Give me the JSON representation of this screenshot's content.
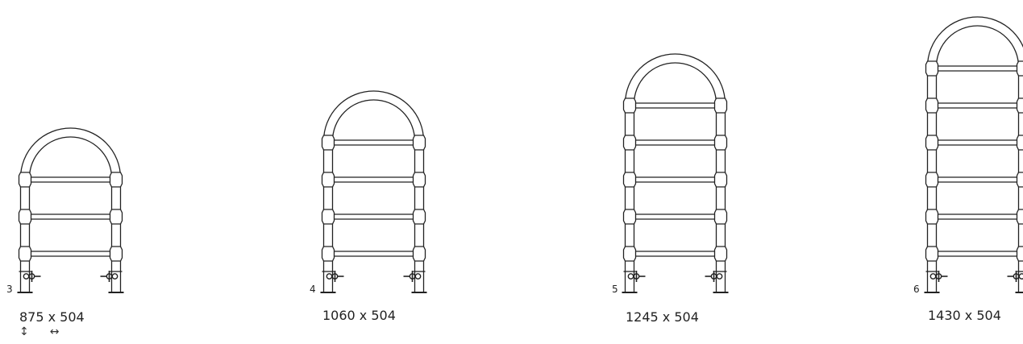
{
  "radiators": [
    {
      "rails": "3",
      "dimensions": "875 x 504"
    },
    {
      "rails": "4",
      "dimensions": "1060 x 504"
    },
    {
      "rails": "5",
      "dimensions": "1245 x 504"
    },
    {
      "rails": "6",
      "dimensions": "1430 x 504"
    }
  ],
  "legend": {
    "height_symbol": "↕",
    "width_symbol": "↔"
  },
  "colors": {
    "line": "#222222",
    "background": "#ffffff"
  }
}
